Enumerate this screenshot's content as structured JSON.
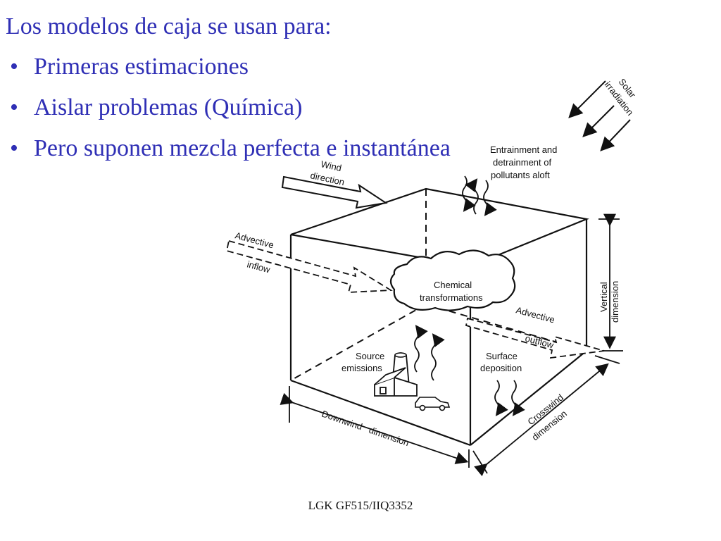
{
  "slide": {
    "title": "Los modelos de caja se usan para:",
    "bullet_symbol": "•",
    "bullets": [
      "Primeras estimaciones",
      "Aislar problemas (Química)",
      "Pero suponen mezcla perfecta e instantánea"
    ],
    "text_color": "#2f2fb5"
  },
  "diagram": {
    "solar": "Solar",
    "irradiation": "irradiation",
    "entrainment": [
      "Entrainment and",
      "detrainment of",
      "pollutants aloft"
    ],
    "wind": "Wind",
    "direction": "direction",
    "advective_in": "Advective",
    "inflow": "inflow",
    "chemical": "Chemical",
    "transformations": "transformations",
    "advective_out": "Advective",
    "outflow": "outflow",
    "vertical": "Vertical",
    "vertical_dim": "dimension",
    "source": "Source",
    "emissions": "emissions",
    "surface": "Surface",
    "deposition": "deposition",
    "downwind": "Downwind   dimension",
    "crosswind": "Crosswind",
    "crosswind_dim": "dimension"
  },
  "footer": "LGK GF515/IIQ3352"
}
